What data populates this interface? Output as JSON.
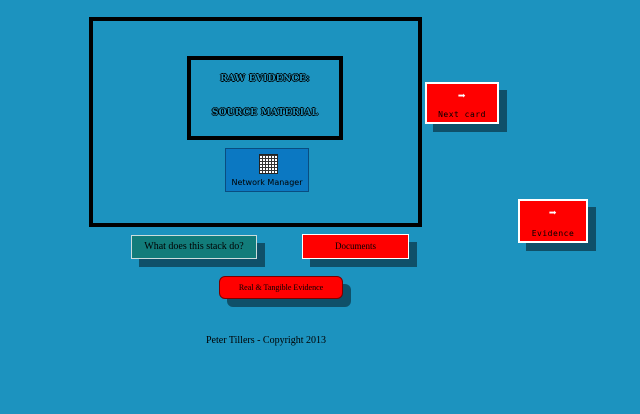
{
  "title_box": {
    "line1": "RAW EVIDENCE:",
    "line2": "SOURCE MATERIAL"
  },
  "network_manager": {
    "label": "Network Manager",
    "icon": "network-grid-icon"
  },
  "buttons": {
    "next_card": "Next card",
    "evidence": "Evidence",
    "what_does": "What does this stack do?",
    "documents": "Documents",
    "real_tangible": "Real & Tangible Evidence"
  },
  "footer": {
    "copyright": "Peter Tillers - Copyright 2013"
  },
  "colors": {
    "background": "#1c93bf",
    "button_red": "#ff0000",
    "button_teal": "#127c7a",
    "network_blue": "#0b78c2"
  }
}
